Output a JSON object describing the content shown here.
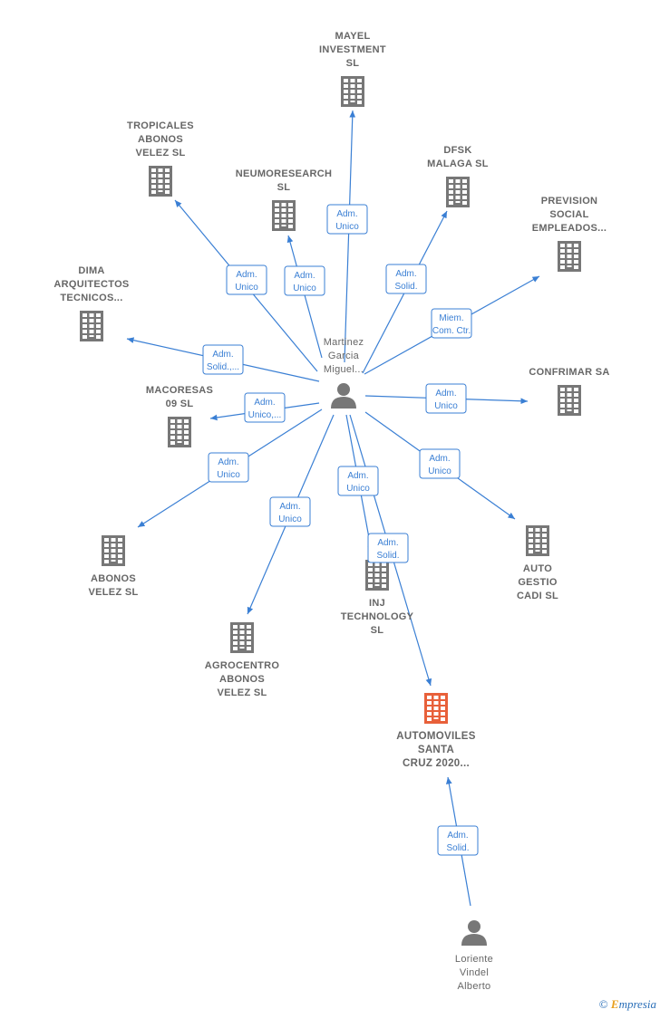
{
  "colors": {
    "edge": "#3a7fd4",
    "company": "#777777",
    "highlight": "#e8603a",
    "person": "#777777"
  },
  "nodes": [
    {
      "id": "martinez",
      "type": "person",
      "lines": [
        "Martinez",
        "Garcia",
        "Miguel..."
      ]
    },
    {
      "id": "loriente",
      "type": "person",
      "lines": [
        "Loriente",
        "Vindel",
        "Alberto"
      ]
    },
    {
      "id": "automoviles",
      "type": "company",
      "highlight": true,
      "lines": [
        "AUTOMOVILES",
        "SANTA",
        "CRUZ 2020..."
      ]
    },
    {
      "id": "mayel",
      "type": "company",
      "lines": [
        "MAYEL",
        "INVESTMENT",
        "SL"
      ]
    },
    {
      "id": "tropicales",
      "type": "company",
      "lines": [
        "TROPICALES",
        "ABONOS",
        "VELEZ SL"
      ]
    },
    {
      "id": "neumoresearch",
      "type": "company",
      "lines": [
        "NEUMORESEARCH",
        "SL"
      ]
    },
    {
      "id": "dfsk",
      "type": "company",
      "lines": [
        "DFSK",
        "MALAGA SL"
      ]
    },
    {
      "id": "prevision",
      "type": "company",
      "lines": [
        "PREVISION",
        "SOCIAL",
        "EMPLEADOS..."
      ]
    },
    {
      "id": "dima",
      "type": "company",
      "lines": [
        "DIMA",
        "ARQUITECTOS",
        "TECNICOS..."
      ]
    },
    {
      "id": "confrimar",
      "type": "company",
      "lines": [
        "CONFRIMAR SA"
      ]
    },
    {
      "id": "macoresas",
      "type": "company",
      "lines": [
        "MACORESAS",
        "09 SL"
      ]
    },
    {
      "id": "abonos",
      "type": "company",
      "lines": [
        "ABONOS",
        "VELEZ SL"
      ]
    },
    {
      "id": "auto_gestio",
      "type": "company",
      "lines": [
        "AUTO",
        "GESTIO",
        "CADI SL"
      ]
    },
    {
      "id": "agrocentro",
      "type": "company",
      "lines": [
        "AGROCENTRO",
        "ABONOS",
        "VELEZ SL"
      ]
    },
    {
      "id": "inj",
      "type": "company",
      "lines": [
        "INJ",
        "TECHNOLOGY",
        "SL"
      ]
    }
  ],
  "edges": [
    {
      "from": "martinez",
      "to": "mayel",
      "label": [
        "Adm.",
        "Unico"
      ]
    },
    {
      "from": "martinez",
      "to": "tropicales",
      "label": [
        "Adm.",
        "Unico"
      ]
    },
    {
      "from": "martinez",
      "to": "neumoresearch",
      "label": [
        "Adm.",
        "Unico"
      ]
    },
    {
      "from": "martinez",
      "to": "dfsk",
      "label": [
        "Adm.",
        "Solid."
      ]
    },
    {
      "from": "martinez",
      "to": "prevision",
      "label": [
        "Miem.",
        "Com. Ctr."
      ]
    },
    {
      "from": "martinez",
      "to": "dima",
      "label": [
        "Adm.",
        "Solid.,..."
      ]
    },
    {
      "from": "martinez",
      "to": "confrimar",
      "label": [
        "Adm.",
        "Unico"
      ]
    },
    {
      "from": "martinez",
      "to": "macoresas",
      "label": [
        "Adm.",
        "Unico,..."
      ]
    },
    {
      "from": "martinez",
      "to": "abonos",
      "label": [
        "Adm.",
        "Unico"
      ]
    },
    {
      "from": "martinez",
      "to": "auto_gestio",
      "label": [
        "Adm.",
        "Unico"
      ]
    },
    {
      "from": "martinez",
      "to": "agrocentro",
      "label": [
        "Adm.",
        "Unico"
      ]
    },
    {
      "from": "martinez",
      "to": "inj",
      "label": [
        "Adm.",
        "Unico"
      ]
    },
    {
      "from": "martinez",
      "to": "automoviles",
      "label": [
        "Adm.",
        "Solid."
      ]
    },
    {
      "from": "loriente",
      "to": "automoviles",
      "label": [
        "Adm.",
        "Solid."
      ]
    }
  ],
  "footer": {
    "copyright": "©",
    "brand_initial": "E",
    "brand_rest": "mpresia"
  }
}
